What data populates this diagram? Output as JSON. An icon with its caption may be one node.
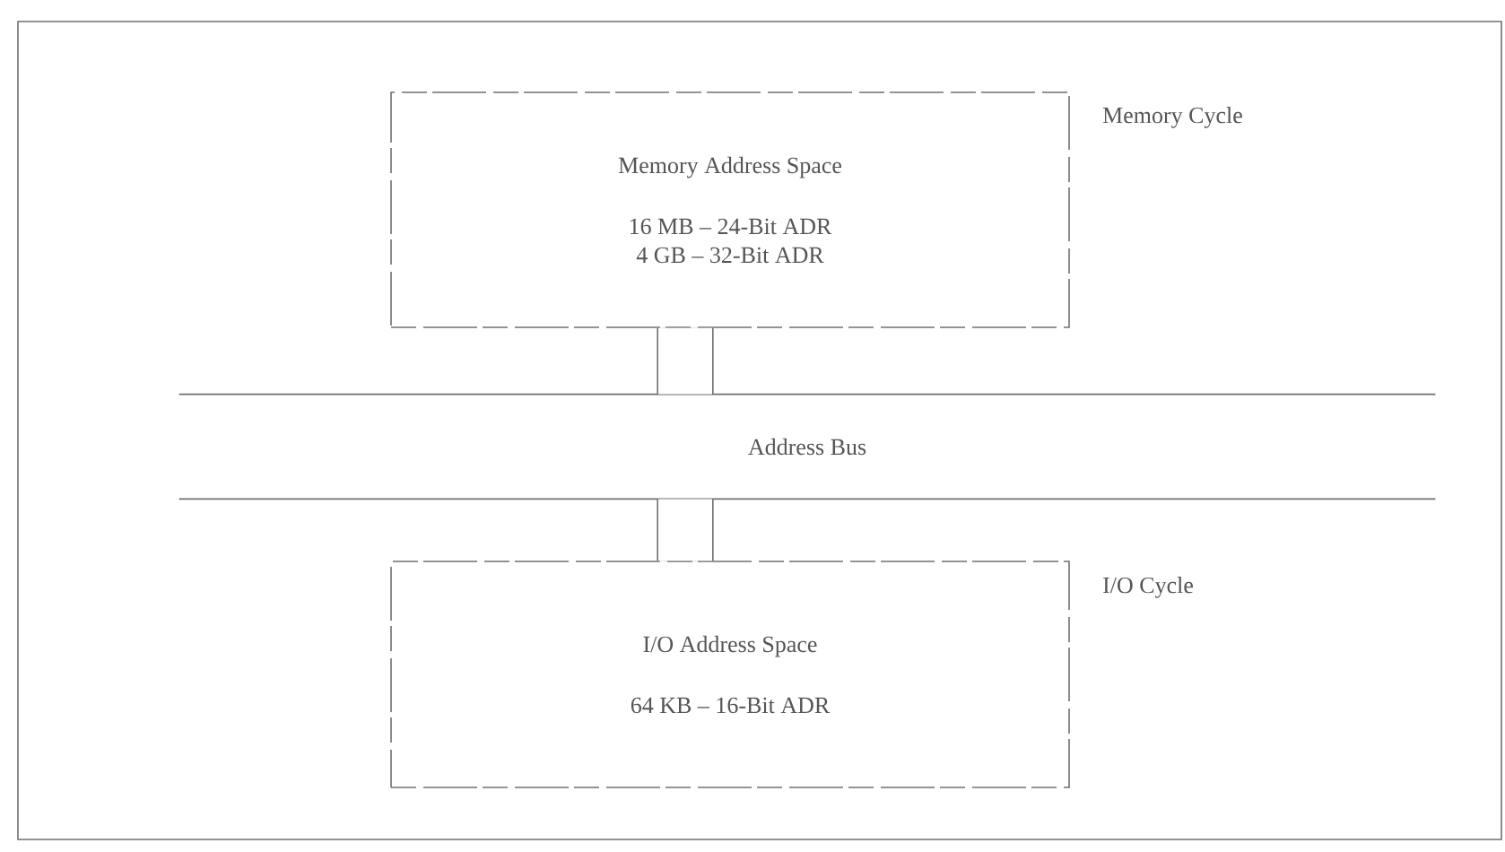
{
  "diagram": {
    "nodes": [
      {
        "text": [
          "Memory Address Space",
          "16 MB – 24-Bit ADR",
          "4 GB – 32-Bit ADR"
        ],
        "beside": [
          "Memory Cycle"
        ]
      },
      {
        "text": [
          "Address Bus"
        ]
      },
      {
        "text": [
          "I/O Address Space",
          "64 KB – 16-Bit ADR"
        ],
        "beside": [
          "I/O Cycle"
        ]
      }
    ],
    "edges": [
      {
        "from": 0,
        "to": 1,
        "arrow": "none"
      },
      {
        "from": 1,
        "to": 2,
        "arrow": "none"
      }
    ]
  }
}
